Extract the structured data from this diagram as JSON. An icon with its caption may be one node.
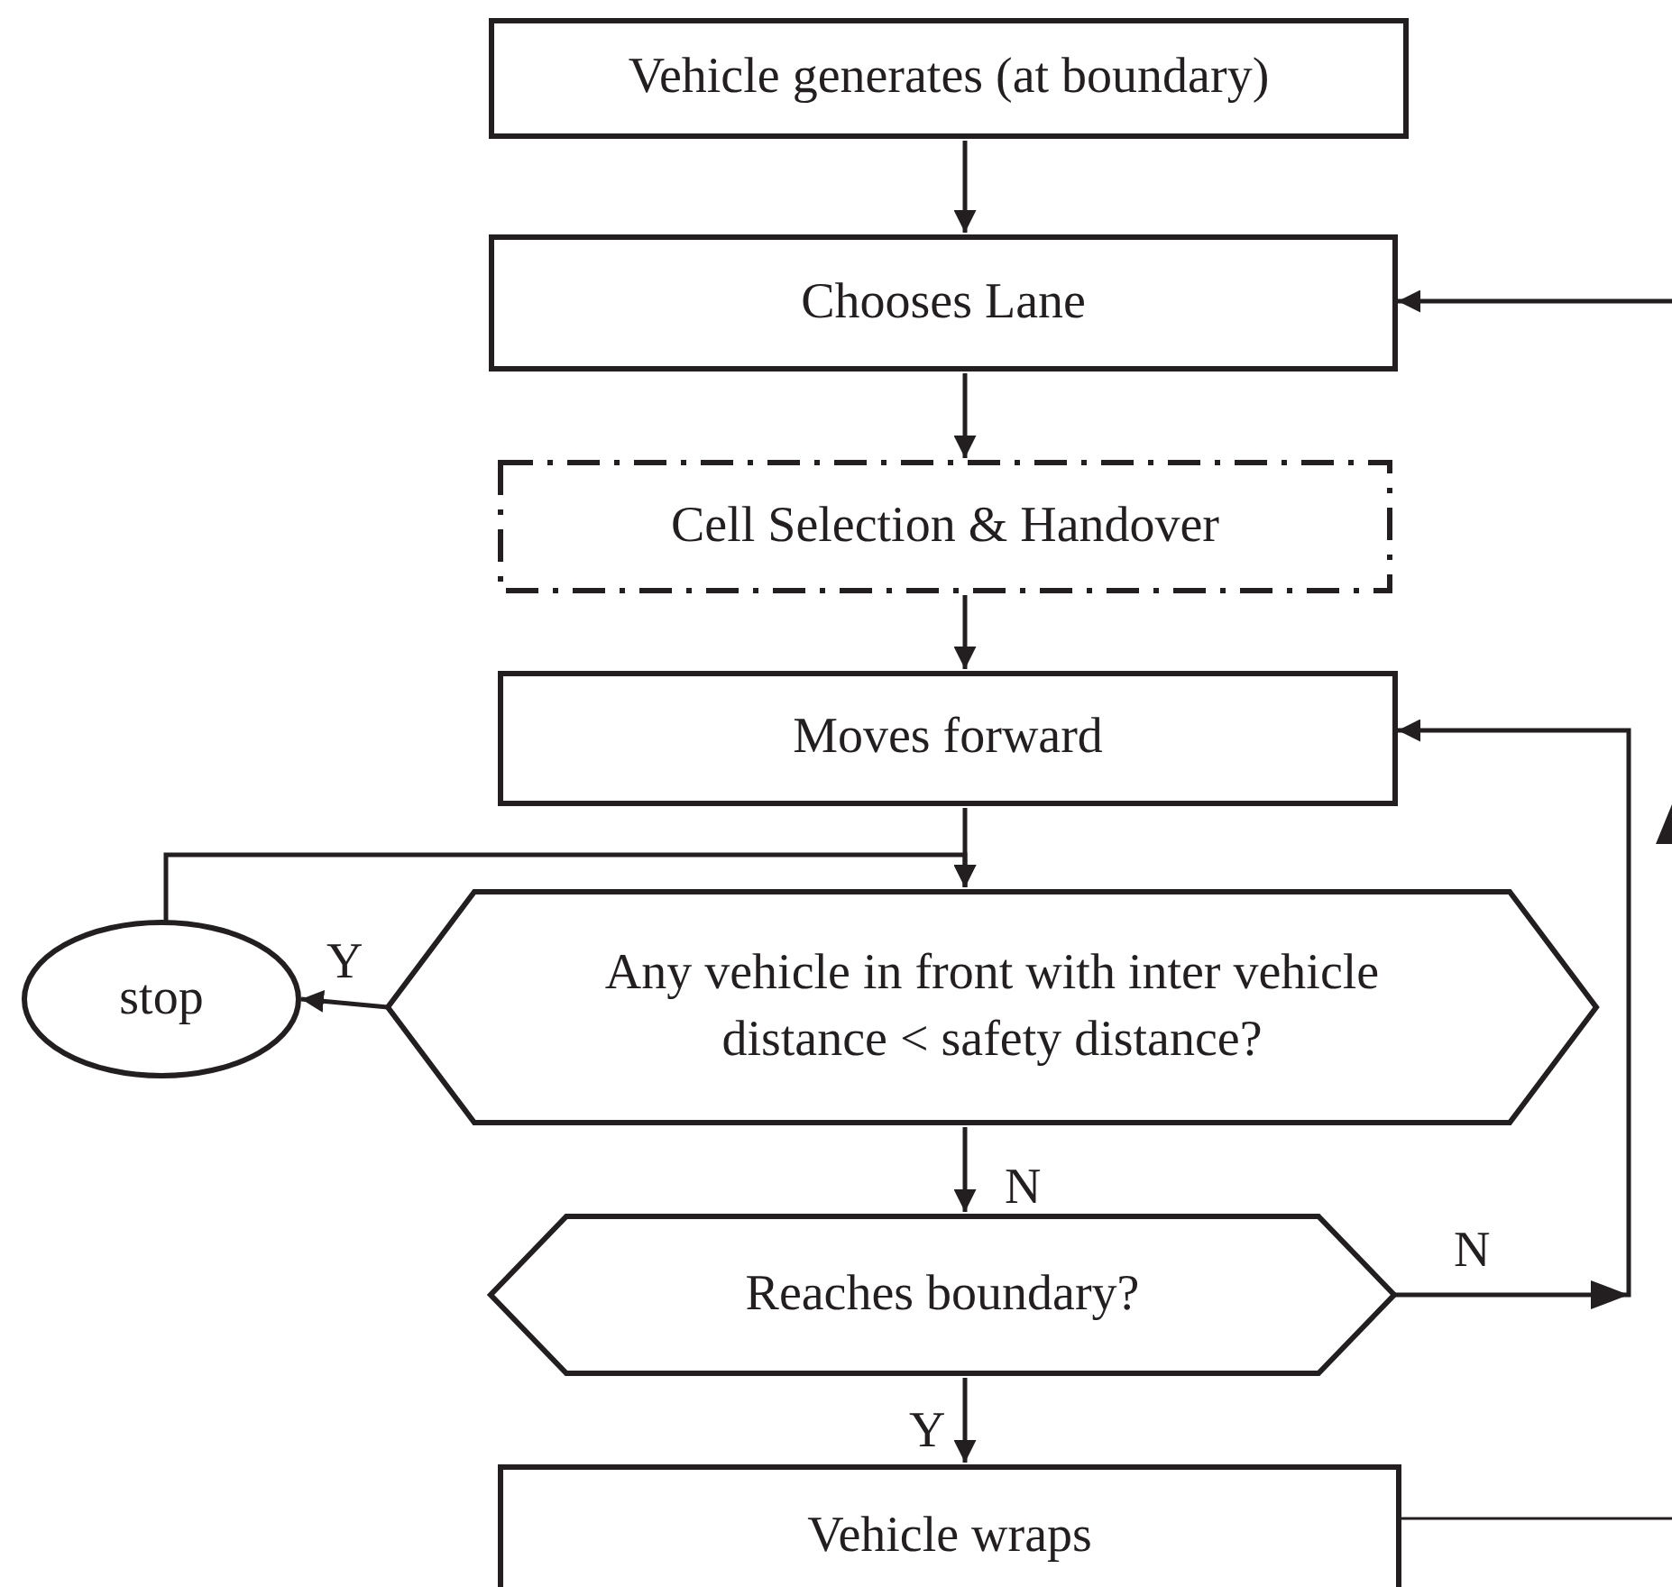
{
  "diagram": {
    "nodes": [
      {
        "text": [
          "Vehicle generates (at boundary)"
        ]
      },
      {
        "text": [
          "Chooses Lane"
        ]
      },
      {
        "text": [
          "Cell Selection & Handover"
        ]
      },
      {
        "text": [
          "Moves forward"
        ]
      },
      {
        "text": [
          "Any vehicle in front with inter vehicle distance < safety distance?"
        ]
      },
      {
        "text": [
          "stop"
        ]
      },
      {
        "text": [
          "Reaches boundary?"
        ]
      },
      {
        "text": [
          "Vehicle wraps"
        ]
      }
    ],
    "edges": [
      {
        "from": 0,
        "to": 1,
        "arrow": "to"
      },
      {
        "from": 1,
        "to": 2,
        "arrow": "to"
      },
      {
        "from": 2,
        "to": 3,
        "arrow": "to"
      },
      {
        "from": 3,
        "to": 4,
        "arrow": "to"
      },
      {
        "from": 4,
        "to": 5,
        "arrow": "to",
        "label": "Y"
      },
      {
        "from": 5,
        "to": 4,
        "arrow": "to"
      },
      {
        "from": 4,
        "to": 6,
        "arrow": "to",
        "label": "N"
      },
      {
        "from": 6,
        "to": 3,
        "arrow": "to",
        "label": "N"
      },
      {
        "from": 6,
        "to": 7,
        "arrow": "to",
        "label": "Y"
      },
      {
        "from": 7,
        "to": null,
        "arrow": "none"
      },
      {
        "from": null,
        "to": 1,
        "arrow": "to"
      }
    ]
  }
}
